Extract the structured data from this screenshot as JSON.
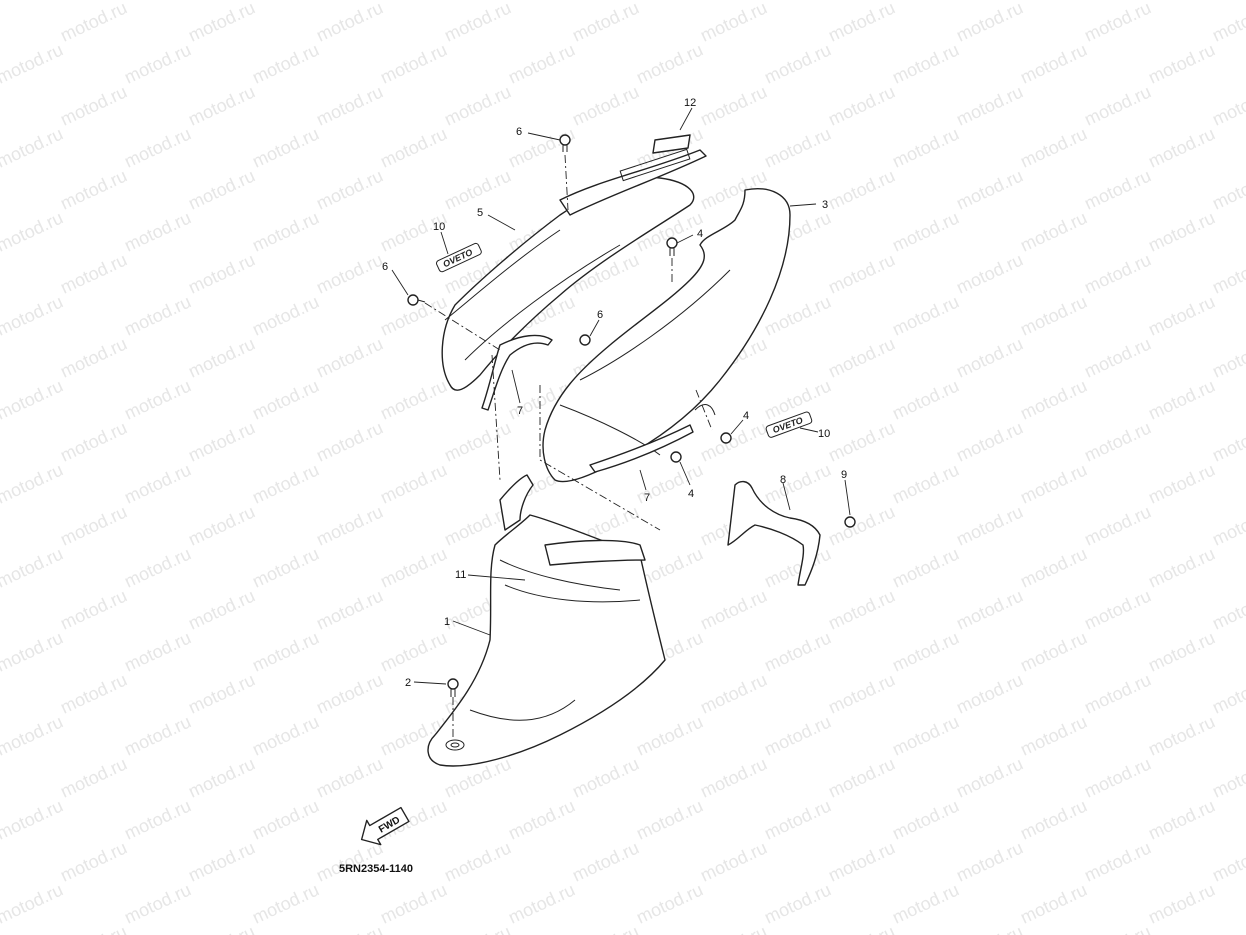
{
  "watermark": "motod.ru",
  "diagram_code": "5RN2354-1140",
  "fwd_label": "FWD",
  "emblem_text": "OVETO",
  "callouts": {
    "c1": "1",
    "c2": "2",
    "c3": "3",
    "c4a": "4",
    "c4b": "4",
    "c4c": "4",
    "c5": "5",
    "c6a": "6",
    "c6b": "6",
    "c6c": "6",
    "c7a": "7",
    "c7b": "7",
    "c8": "8",
    "c9": "9",
    "c10a": "10",
    "c10b": "10",
    "c11": "11",
    "c12": "12"
  }
}
